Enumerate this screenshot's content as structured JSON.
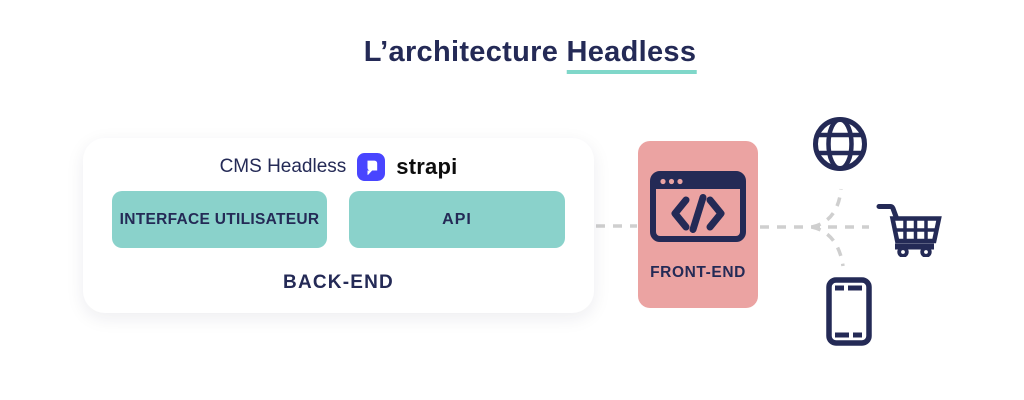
{
  "title": {
    "prefix": "L’architecture ",
    "highlight": "Headless"
  },
  "backend_card": {
    "header": {
      "cms_label": "CMS Headless",
      "logo_icon": "strapi-logo-icon",
      "logo_text": "strapi"
    },
    "boxes": [
      {
        "label": "INTERFACE UTILISATEUR"
      },
      {
        "label": "API"
      }
    ],
    "footer_label": "BACK-END"
  },
  "frontend_card": {
    "icon": "browser-code-icon",
    "label": "FRONT-END"
  },
  "client_icons": [
    "globe-icon",
    "shopping-cart-icon",
    "smartphone-icon"
  ],
  "colors": {
    "navy": "#242a56",
    "teal": "#8ad2cb",
    "underline": "#7fd7c9",
    "pink": "#eba3a2",
    "strapi-purple": "#4945ff",
    "wordmark": "#0d0d0d",
    "dash": "#cfcfcf",
    "card-bg": "#ffffff",
    "page-bg": "#ffffff"
  }
}
